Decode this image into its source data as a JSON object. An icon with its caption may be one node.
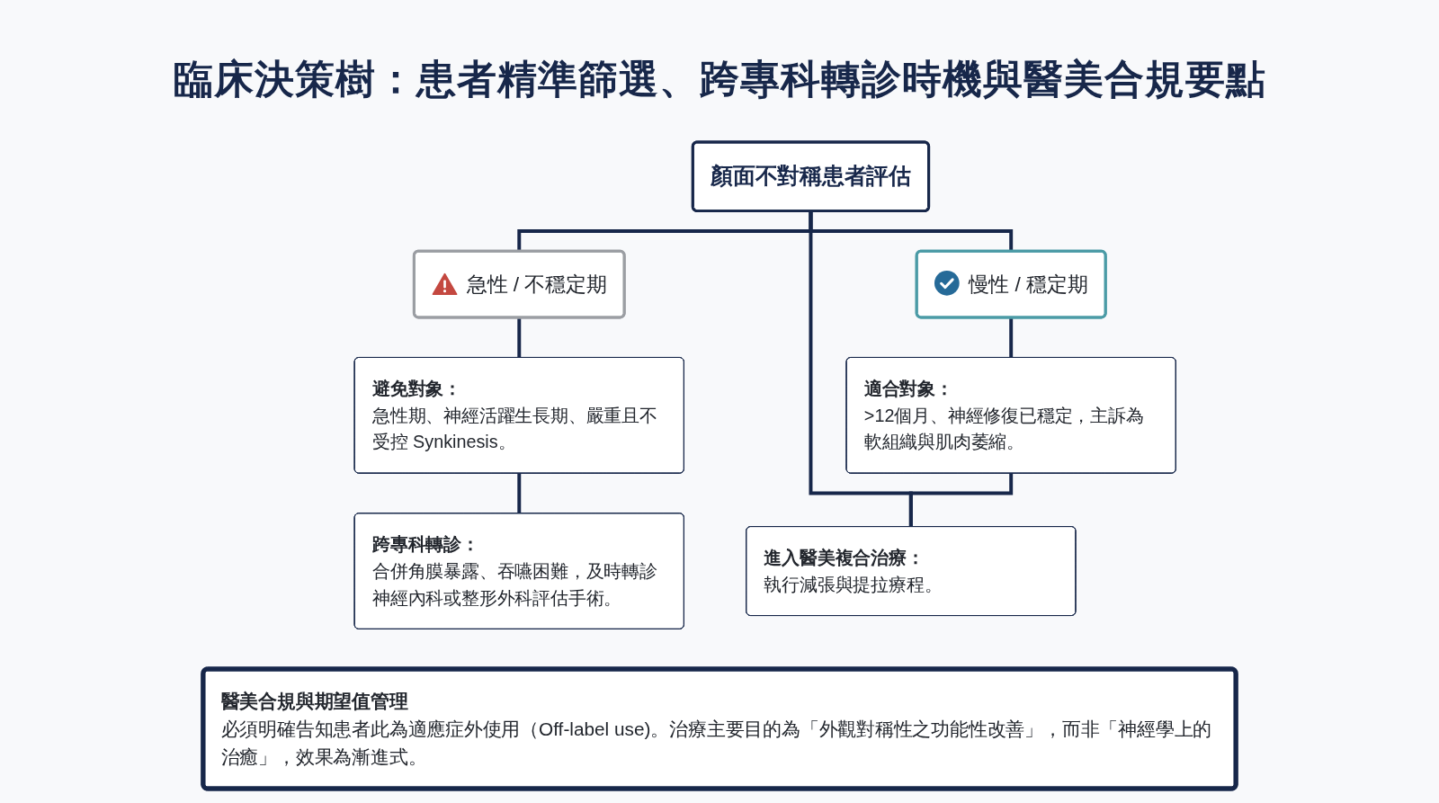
{
  "diagram": {
    "title": "臨床決策樹：患者精準篩選、跨專科轉診時機與醫美合規要點",
    "nodes": [
      {
        "text": [
          "顏面不對稱患者評估"
        ]
      },
      {
        "text": [
          "急性 / 不穩定期"
        ]
      },
      {
        "text": [
          "慢性 / 穩定期"
        ]
      },
      {
        "text": [
          "避免對象：",
          "急性期、神經活躍生長期、嚴重且不受控 Synkinesis。"
        ]
      },
      {
        "text": [
          "跨專科轉診：",
          "合併角膜暴露、吞嚥困難，及時轉診神經內科或整形外科評估手術。"
        ]
      },
      {
        "text": [
          "適合對象：",
          ">12個月、神經修復已穩定，主訴為軟組織與肌肉萎縮。"
        ]
      },
      {
        "text": [
          "進入醫美複合治療：",
          "執行減張與提拉療程。"
        ]
      },
      {
        "text": [
          "醫美合規與期望值管理",
          "必須明確告知患者此為適應症外使用（Off-label use)。治療主要目的為「外觀對稱性之功能性改善」，而非「神經學上的治癒」，效果為漸進式。"
        ]
      }
    ],
    "edges": [
      {
        "from": 0,
        "to": 1,
        "arrow": "none"
      },
      {
        "from": 0,
        "to": 2,
        "arrow": "none"
      },
      {
        "from": 0,
        "to": 6,
        "arrow": "none"
      },
      {
        "from": 1,
        "to": 3,
        "arrow": "none"
      },
      {
        "from": 3,
        "to": 4,
        "arrow": "none"
      },
      {
        "from": 2,
        "to": 5,
        "arrow": "none"
      },
      {
        "from": 5,
        "to": 6,
        "arrow": "none"
      }
    ]
  }
}
